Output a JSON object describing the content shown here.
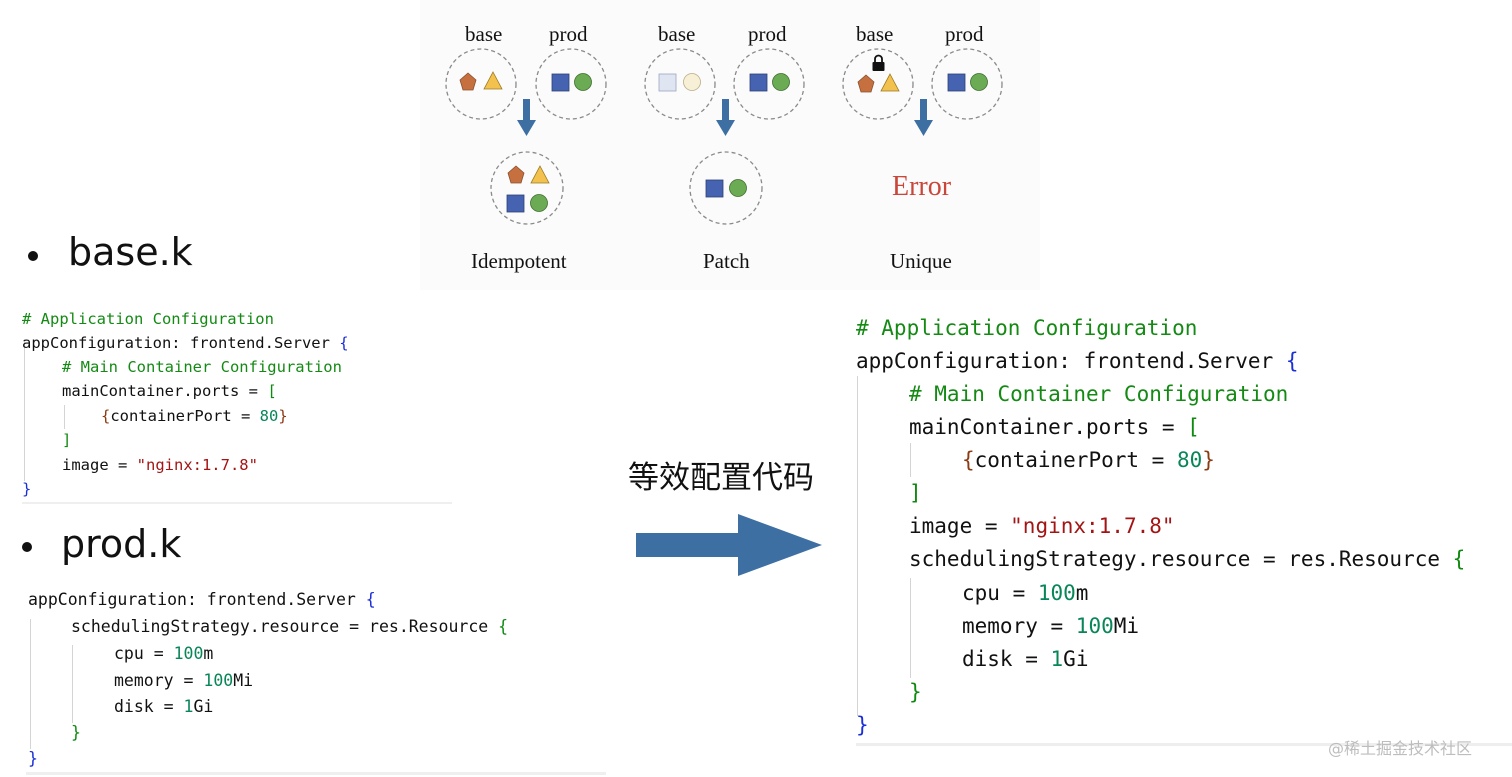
{
  "diagram": {
    "panels": [
      {
        "left_label": "base",
        "right_label": "prod",
        "caption": "Idempotent"
      },
      {
        "left_label": "base",
        "right_label": "prod",
        "caption": "Patch"
      },
      {
        "left_label": "base",
        "right_label": "prod",
        "caption": "Unique",
        "result_text": "Error"
      }
    ]
  },
  "bullets": {
    "base": "base.k",
    "prod": "prod.k"
  },
  "middle": {
    "label": "等效配置代码"
  },
  "watermark": "@稀土掘金技术社区",
  "colors": {
    "pentagon": "#c7703f",
    "triangle": "#f2c14e",
    "square": "#4563b0",
    "circle": "#6aab53",
    "arrow": "#3d6fa3",
    "error": "#c9473a",
    "comment": "#148a14",
    "number": "#098658",
    "string": "#a31515"
  },
  "code": {
    "base": {
      "l1": "# Application Configuration",
      "l2a": "appConfiguration: frontend.Server ",
      "l2b": "{",
      "l3": "# Main Container Configuration",
      "l4a": "mainContainer.ports = ",
      "l4b": "[",
      "l5a": "{",
      "l5b": "containerPort = ",
      "l5c": "80",
      "l5d": "}",
      "l6": "]",
      "l7a": "image = ",
      "l7b": "\"nginx:1.7.8\"",
      "l8": "}"
    },
    "prod": {
      "l1a": "appConfiguration: frontend.Server ",
      "l1b": "{",
      "l2a": "schedulingStrategy.resource = res.Resource ",
      "l2b": "{",
      "l3a": "cpu = ",
      "l3b": "100",
      "l3c": "m",
      "l4a": "memory = ",
      "l4b": "100",
      "l4c": "Mi",
      "l5a": "disk = ",
      "l5b": "1",
      "l5c": "Gi",
      "l6": "}",
      "l7": "}"
    },
    "merged": {
      "l1": "# Application Configuration",
      "l2a": "appConfiguration: frontend.Server ",
      "l2b": "{",
      "l3": "# Main Container Configuration",
      "l4a": "mainContainer.ports = ",
      "l4b": "[",
      "l5a": "{",
      "l5b": "containerPort = ",
      "l5c": "80",
      "l5d": "}",
      "l6": "]",
      "l7a": "image = ",
      "l7b": "\"nginx:1.7.8\"",
      "l8a": "schedulingStrategy.resource = res.Resource ",
      "l8b": "{",
      "l9a": "cpu = ",
      "l9b": "100",
      "l9c": "m",
      "l10a": "memory = ",
      "l10b": "100",
      "l10c": "Mi",
      "l11a": "disk = ",
      "l11b": "1",
      "l11c": "Gi",
      "l12": "}",
      "l13": "}"
    }
  }
}
